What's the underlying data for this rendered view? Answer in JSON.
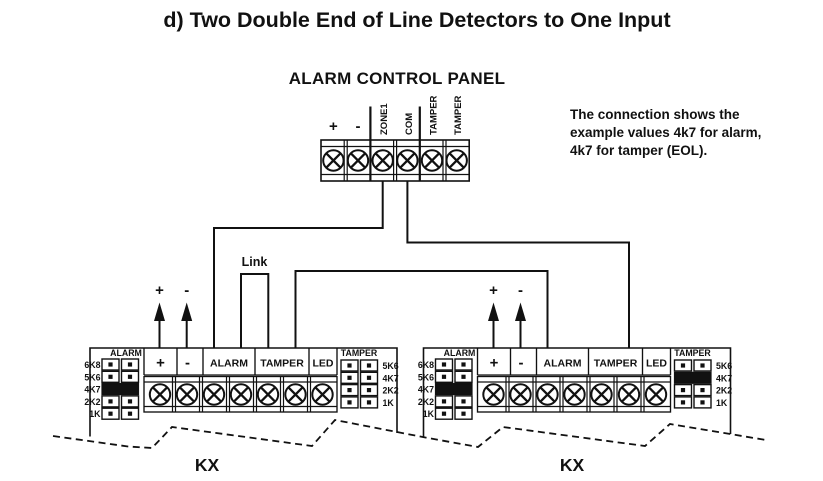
{
  "title": "d) Two Double End of Line Detectors to One Input",
  "panel": {
    "title": "ALARM CONTROL PANEL",
    "terminals": [
      "+",
      "-",
      "ZONE1",
      "COM",
      "TAMPER",
      "TAMPER"
    ]
  },
  "note": {
    "lines": [
      "The connection shows the",
      "example values 4k7 for alarm,",
      "4k7 for tamper (EOL)."
    ]
  },
  "wiring": {
    "link_label": "Link"
  },
  "detector": {
    "model": "KX",
    "power_plus": "+",
    "power_minus": "-",
    "terminal_headers": [
      "+",
      "-",
      "ALARM",
      "TAMPER",
      "LED"
    ],
    "alarm_block": {
      "header": "ALARM",
      "rows": [
        "6K8",
        "5K6",
        "4K7",
        "2K2",
        "1K"
      ]
    },
    "tamper_block": {
      "header": "TAMPER",
      "rows": [
        "5K6",
        "4K7",
        "2K2",
        "1K"
      ]
    }
  },
  "jumpers": {
    "left_detector": {
      "alarm_selected": "4K7",
      "tamper_selected": null
    },
    "right_detector": {
      "alarm_selected": "4K7",
      "tamper_selected": "4K7"
    }
  },
  "colors": {
    "ink": "#111111",
    "paper": "#ffffff"
  }
}
